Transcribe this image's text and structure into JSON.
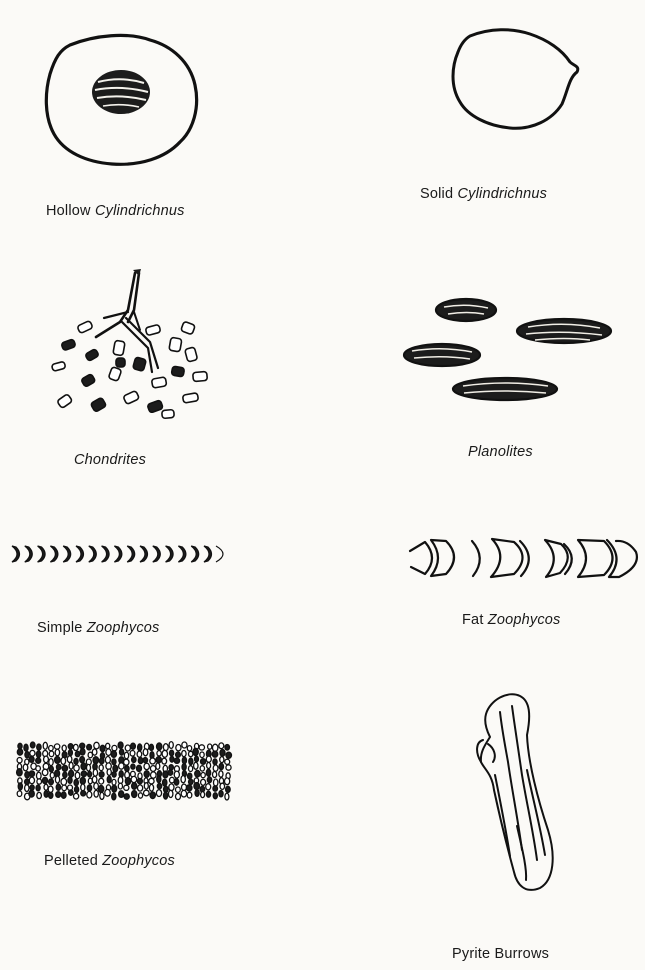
{
  "labels": {
    "hollow_cylindrichnus": {
      "plain": "Hollow ",
      "italic": "Cylindrichnus"
    },
    "solid_cylindrichnus": {
      "plain": "Solid ",
      "italic": "Cylindrichnus"
    },
    "chondrites": {
      "plain": "",
      "italic": "Chondrites"
    },
    "planolites": {
      "plain": "",
      "italic": "Planolites"
    },
    "simple_zoophycos": {
      "plain": "Simple ",
      "italic": "Zoophycos"
    },
    "fat_zoophycos": {
      "plain": "Fat ",
      "italic": "Zoophycos"
    },
    "pelleted_zoophycos": {
      "plain": "Pelleted ",
      "italic": "Zoophycos"
    },
    "pyrite_burrows": {
      "plain": "Pyrite Burrows",
      "italic": ""
    }
  }
}
